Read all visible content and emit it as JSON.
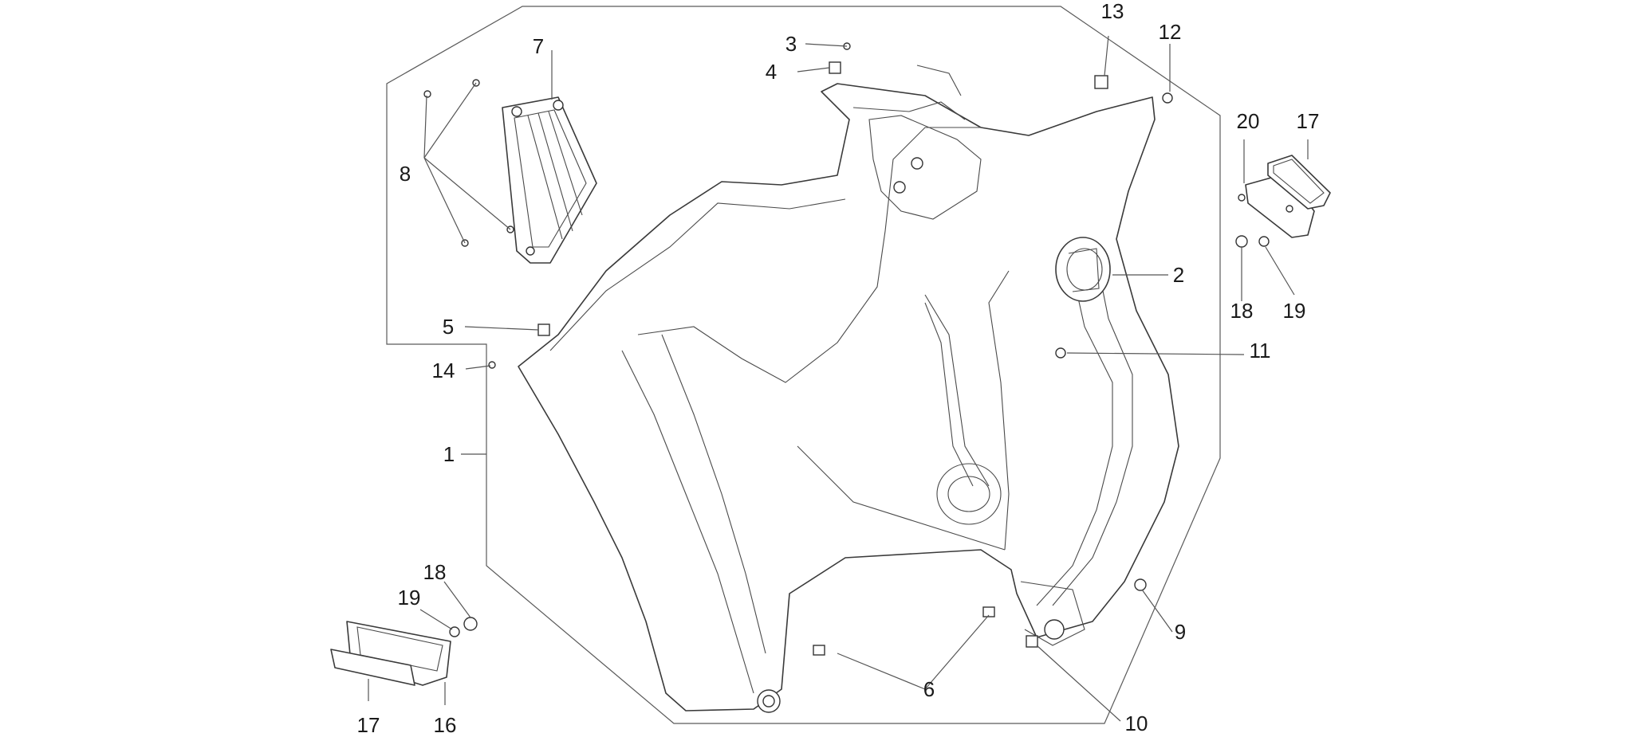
{
  "diagram": {
    "callouts": [
      {
        "id": "c1",
        "label": "1"
      },
      {
        "id": "c2",
        "label": "2"
      },
      {
        "id": "c3",
        "label": "3"
      },
      {
        "id": "c4",
        "label": "4"
      },
      {
        "id": "c5",
        "label": "5"
      },
      {
        "id": "c6",
        "label": "6"
      },
      {
        "id": "c7",
        "label": "7"
      },
      {
        "id": "c8",
        "label": "8"
      },
      {
        "id": "c9",
        "label": "9"
      },
      {
        "id": "c10",
        "label": "10"
      },
      {
        "id": "c11",
        "label": "11"
      },
      {
        "id": "c12",
        "label": "12"
      },
      {
        "id": "c13",
        "label": "13"
      },
      {
        "id": "c14",
        "label": "14"
      },
      {
        "id": "c16",
        "label": "16"
      },
      {
        "id": "c17a",
        "label": "17"
      },
      {
        "id": "c17b",
        "label": "17"
      },
      {
        "id": "c18a",
        "label": "18"
      },
      {
        "id": "c18b",
        "label": "18"
      },
      {
        "id": "c19a",
        "label": "19"
      },
      {
        "id": "c19b",
        "label": "19"
      },
      {
        "id": "c20",
        "label": "20"
      }
    ]
  }
}
